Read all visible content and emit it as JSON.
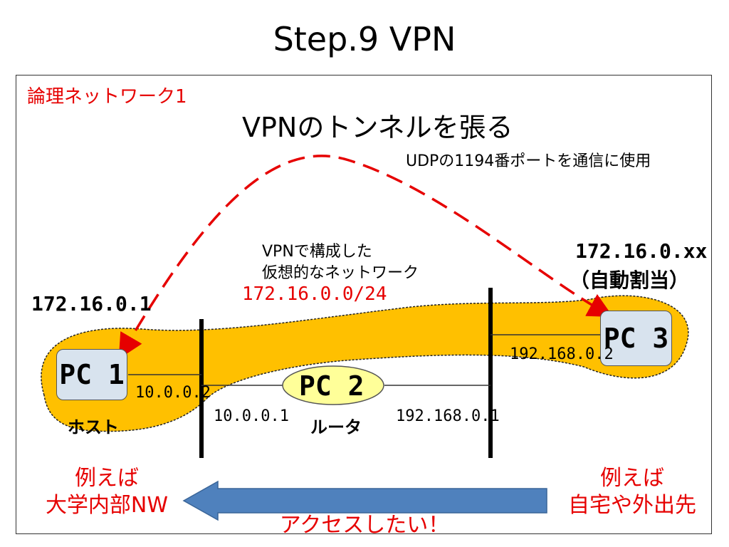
{
  "slide": {
    "title": "Step.9  VPN",
    "network_label": "論理ネットワーク1",
    "heading": "VPNのトンネルを張る",
    "udp_note": "UDPの1194番ポートを通信に使用",
    "vpn_desc_line1": "VPNで構成した",
    "vpn_desc_line2": "仮想的なネットワーク",
    "vpn_subnet": "172.16.0.0/24",
    "pc1": {
      "label": "PC 1",
      "vpn_ip": "172.16.0.1",
      "lan_ip": "10.0.0.2",
      "role": "ホスト"
    },
    "pc2": {
      "label": "PC 2",
      "left_ip": "10.0.0.1",
      "right_ip": "192.168.0.1",
      "role": "ルータ"
    },
    "pc3": {
      "label": "PC 3",
      "vpn_ip": "172.16.0.xx",
      "vpn_note": "（自動割当）",
      "lan_ip": "192.168.0.2"
    },
    "left_example_line1": "例えば",
    "left_example_line2": "大学内部NW",
    "right_example_line1": "例えば",
    "right_example_line2": "自宅や外出先",
    "access_label": "アクセスしたい！"
  },
  "colors": {
    "tunnel_fill": "#ffc000",
    "accent_red": "#e60000",
    "pc_fill": "#d8e3ee",
    "router_fill": "#ffff99",
    "arrow_fill": "#4f81bd"
  }
}
